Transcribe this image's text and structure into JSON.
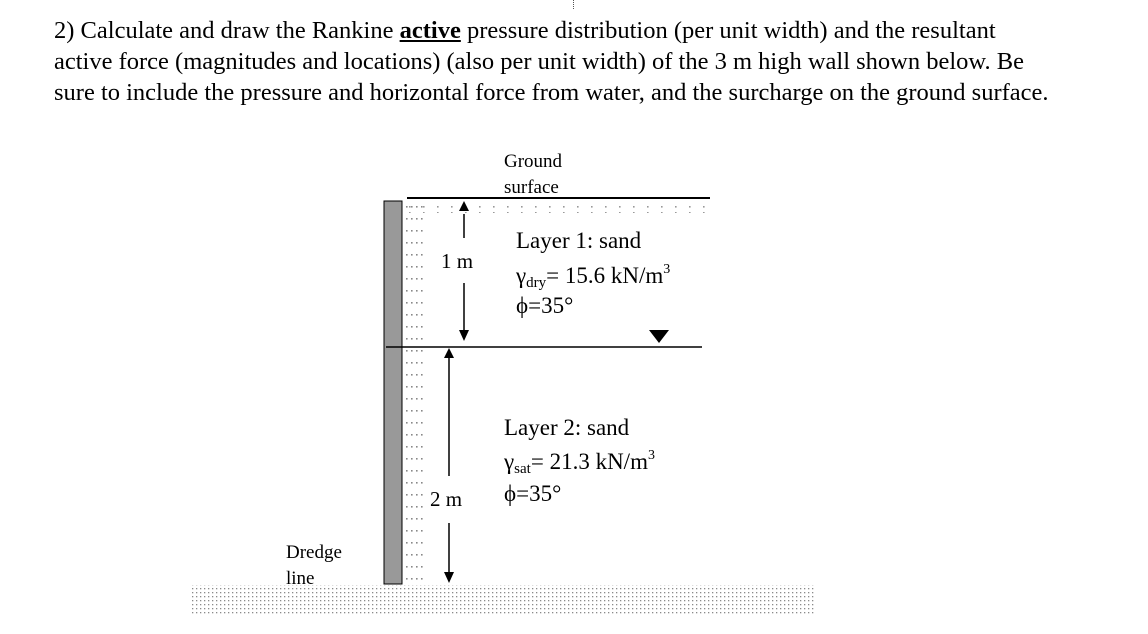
{
  "question": {
    "number": "2)",
    "text_before": "Calculate and draw the Rankine ",
    "emphasis": "active",
    "text_after": " pressure distribution (per unit width) and the resultant active force (magnitudes and locations) (also per unit width) of the 3 m high wall shown below. Be sure to include the pressure and horizontal force from water, and the surcharge on the ground surface."
  },
  "figure": {
    "ground_surface_label": [
      "Ground",
      "surface"
    ],
    "dredge_line_label": [
      "Dredge",
      "line"
    ],
    "layer1": {
      "title": "Layer 1: sand",
      "gamma_symbol": "γ",
      "gamma_subscript": "dry",
      "gamma_value": "= 15.6 kN/m",
      "gamma_exponent": "3",
      "phi": "ϕ=35°",
      "thickness": "1 m"
    },
    "layer2": {
      "title": "Layer 2: sand",
      "gamma_symbol": "γ",
      "gamma_subscript": "sat",
      "gamma_value": "= 21.3 kN/m",
      "gamma_exponent": "3",
      "phi": "ϕ=35°",
      "thickness": "2 m"
    },
    "water_table_symbol": "inverted-triangle",
    "colors": {
      "wall_fill": "#999999",
      "line": "#000000",
      "soil_dots": "#888888"
    }
  }
}
